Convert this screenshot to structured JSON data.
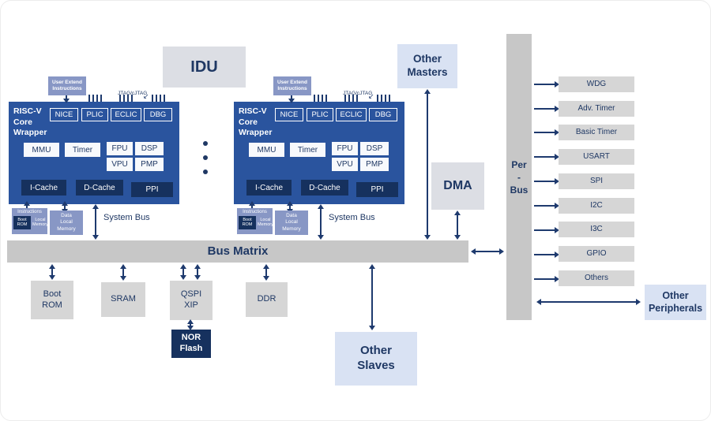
{
  "colors": {
    "accent_text": "#1f3864",
    "wrapper_blue": "#2a549e",
    "navy": "#16315e",
    "light_blue": "#d9e2f3",
    "light_gray": "#dcdee4",
    "gray": "#c7c7c7",
    "arrow": "#1e3a6e",
    "memory_purple": "#8897c5"
  },
  "blocks": {
    "idu": "IDU",
    "other_masters": "Other Masters",
    "dma": "DMA",
    "bus_matrix": "Bus Matrix",
    "per_bus": {
      "l1": "Per",
      "l2": "-",
      "l3": "Bus"
    },
    "other_peripherals": "Other Peripherals",
    "other_slaves": "Other Slaves",
    "nor_flash": "NOR Flash"
  },
  "core": {
    "title": "RISC-V Core Wrapper",
    "user_extend": "User Extend Instructions",
    "jtag": "JTAG/cJTAG",
    "nice": "NICE",
    "plic": "PLIC",
    "eclic": "ECLIC",
    "dbg": "DBG",
    "mmu": "MMU",
    "timer": "Timer",
    "fpu": "FPU",
    "dsp": "DSP",
    "vpu": "VPU",
    "pmp": "PMP",
    "icache": "I-Cache",
    "dcache": "D-Cache",
    "ppi": "PPI",
    "instr_mem_title": "Instructions",
    "instr_mem_rest": "Local Memory",
    "boot_rom_chip": "Boot ROM",
    "data_mem": "Data Local Memory",
    "system_bus": "System Bus"
  },
  "peripherals": {
    "items": [
      "WDG",
      "Adv. Timer",
      "Basic Timer",
      "USART",
      "SPI",
      "I2C",
      "I3C",
      "GPIO",
      "Others"
    ]
  },
  "slaves": {
    "boot_rom": "Boot ROM",
    "sram": "SRAM",
    "qspi_xip": "QSPI XIP",
    "ddr": "DDR"
  }
}
